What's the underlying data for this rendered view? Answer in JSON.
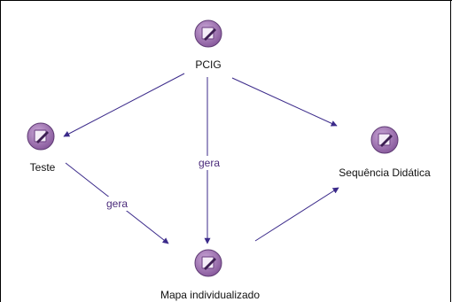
{
  "colors": {
    "edge": "#3b2a8a",
    "edge_label": "#4a2a7a",
    "node_outer": "#b089c0",
    "node_inner": "#7a4f8e",
    "node_rim": "#5e3a73"
  },
  "nodes": [
    {
      "id": "pcig",
      "label": "PCIG",
      "icon": "concept-icon"
    },
    {
      "id": "teste",
      "label": "Teste",
      "icon": "concept-icon"
    },
    {
      "id": "sequencia",
      "label": "Sequência Didática",
      "icon": "concept-icon"
    },
    {
      "id": "mapa",
      "label": "Mapa individualizado",
      "icon": "concept-icon"
    }
  ],
  "edges": [
    {
      "from": "pcig",
      "to": "teste",
      "label": ""
    },
    {
      "from": "pcig",
      "to": "mapa",
      "label": "gera"
    },
    {
      "from": "pcig",
      "to": "sequencia",
      "label": ""
    },
    {
      "from": "teste",
      "to": "mapa",
      "label": "gera"
    },
    {
      "from": "mapa",
      "to": "sequencia",
      "label": ""
    }
  ]
}
